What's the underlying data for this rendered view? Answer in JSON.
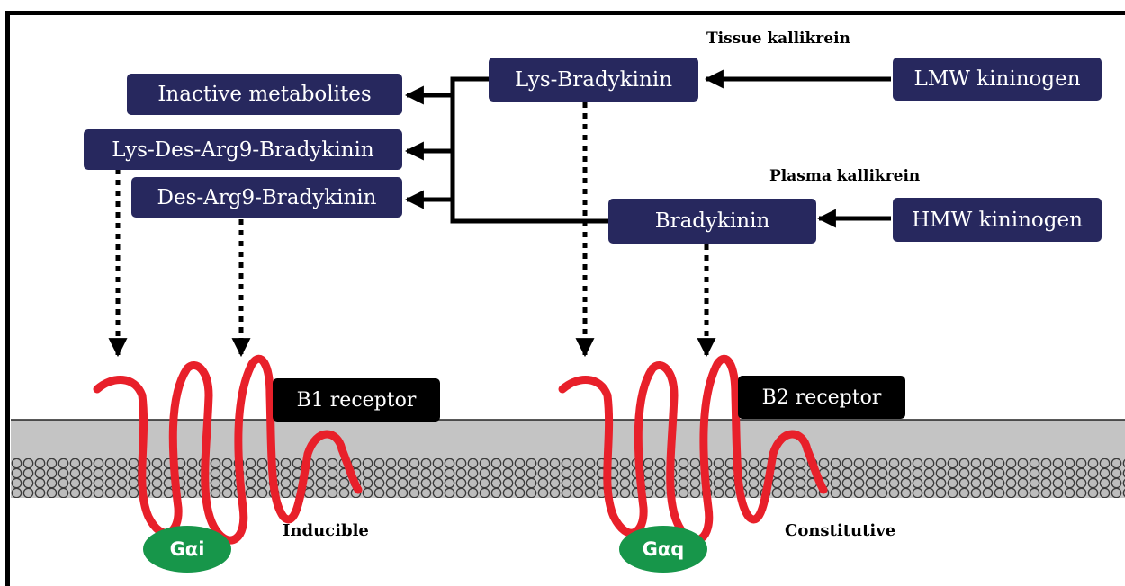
{
  "nodes": {
    "inactive_metabolites": "Inactive metabolites",
    "lys_des_arg9_bradykinin": "Lys-Des-Arg9-Bradykinin",
    "des_arg9_bradykinin": "Des-Arg9-Bradykinin",
    "lys_bradykinin": "Lys-Bradykinin",
    "bradykinin": "Bradykinin",
    "lmw_kininogen": "LMW kininogen",
    "hmw_kininogen": "HMW kininogen"
  },
  "enzymes": {
    "tissue_kallikrein": "Tissue kallikrein",
    "plasma_kallikrein": "Plasma kallikrein"
  },
  "receptors": {
    "b1": "B1 receptor",
    "b2": "B2 receptor"
  },
  "g_proteins": {
    "b1": "Gαi",
    "b2": "Gαq"
  },
  "expression": {
    "b1": "Inducible",
    "b2": "Constitutive"
  },
  "colors": {
    "node_fill": "#27285e",
    "receptor_label_fill": "#000000",
    "receptor_strand": "#e8202a",
    "g_protein_fill": "#17964a",
    "membrane_fill": "#c4c4c4"
  }
}
